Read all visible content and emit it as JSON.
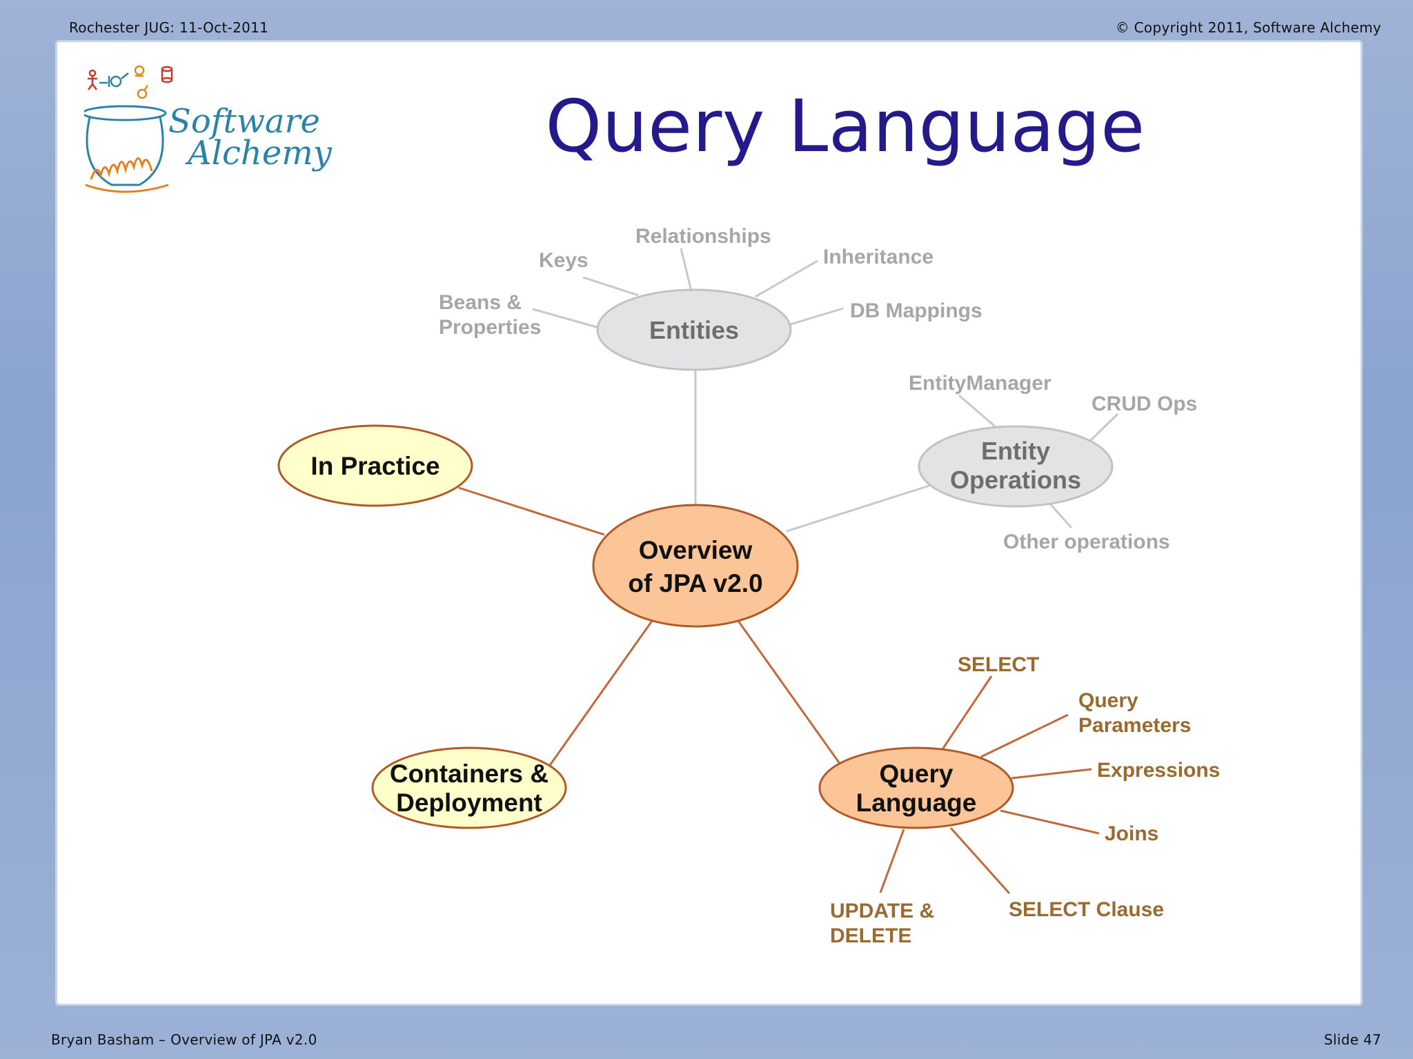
{
  "header": {
    "left": "Rochester JUG:  11-Oct-2011",
    "right": "© Copyright 2011, Software Alchemy"
  },
  "footer": {
    "left": "Bryan Basham – Overview of JPA v2.0",
    "right": "Slide 47"
  },
  "logo": {
    "line1": "Software",
    "line2": "Alchemy"
  },
  "slide_title": "Query Language",
  "nodes": {
    "center": {
      "line1": "Overview",
      "line2": "of JPA v2.0"
    },
    "entities": {
      "label": "Entities"
    },
    "entity_ops": {
      "line1": "Entity",
      "line2": "Operations"
    },
    "in_practice": {
      "label": "In Practice"
    },
    "containers": {
      "line1": "Containers &",
      "line2": "Deployment"
    },
    "query_lang": {
      "line1": "Query",
      "line2": "Language"
    }
  },
  "entities_children": {
    "relationships": "Relationships",
    "keys": "Keys",
    "inheritance": "Inheritance",
    "beans_line1": "Beans &",
    "beans_line2": "Properties",
    "db_mappings": "DB Mappings"
  },
  "entity_ops_children": {
    "entity_manager": "EntityManager",
    "crud_ops": "CRUD Ops",
    "other_ops": "Other operations"
  },
  "query_children": {
    "select": "SELECT",
    "query_params_line1": "Query",
    "query_params_line2": "Parameters",
    "expressions": "Expressions",
    "joins": "Joins",
    "select_clause": "SELECT Clause",
    "update_line1": "UPDATE &",
    "update_line2": "DELETE"
  },
  "colors": {
    "center_fill": "#fbc597",
    "center_stroke": "#b05a28",
    "yellow_fill": "#ffffcc",
    "gray_fill": "#e3e3e6",
    "brown_text": "#9a6a2e",
    "gray_text": "#a6a6a6",
    "title": "#241a8c"
  }
}
